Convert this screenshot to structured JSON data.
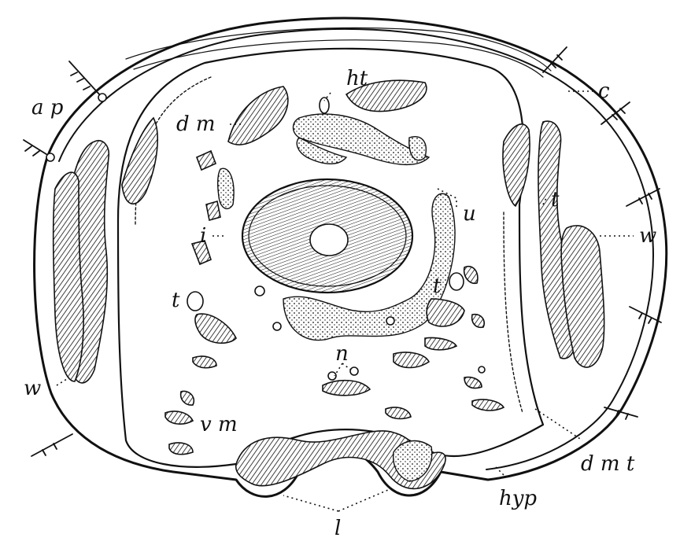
{
  "labels": {
    "ap": "a p",
    "ht": "ht",
    "c": "c",
    "dm": "d m",
    "t_right": "t",
    "u": "u",
    "w_right": "w",
    "i": "i",
    "t_left": "t",
    "t_center": "t",
    "n": "n",
    "w_left": "w",
    "vm": "v m",
    "dmt": "d m t",
    "hyp": "hyp",
    "l": "l"
  }
}
